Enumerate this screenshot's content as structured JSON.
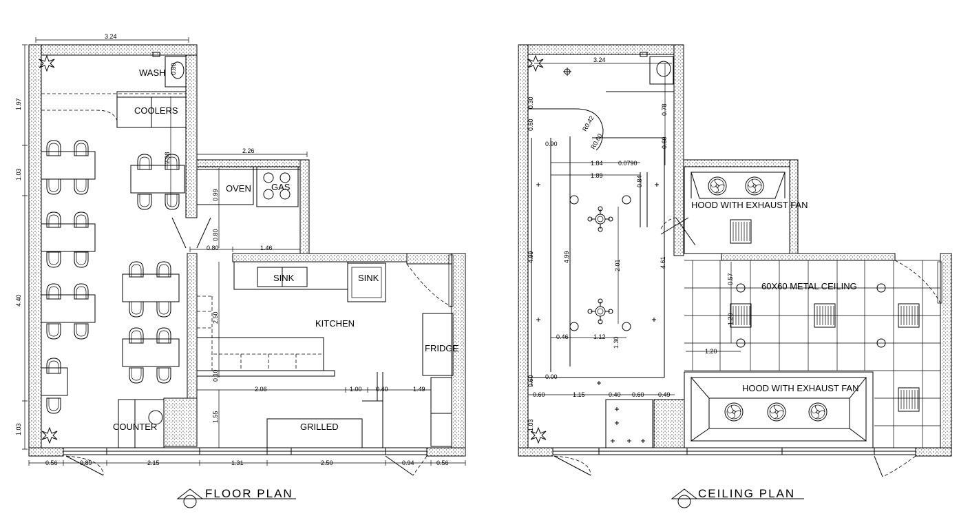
{
  "floor_plan": {
    "title": "FLOOR PLAN",
    "rooms": {
      "wash": "WASH",
      "coolers": "COOLERS",
      "oven": "OVEN",
      "gas": "GAS",
      "sink1": "SINK",
      "sink2": "SINK",
      "kitchen": "KITCHEN",
      "fridge": "FRIDGE",
      "counter": "COUNTER",
      "grilled": "GRILLED"
    },
    "dims": {
      "top_width": "3.24",
      "left_197": "1.97",
      "left_103a": "1.03",
      "left_440": "4.40",
      "left_103b": "1.03",
      "wash_080": "0.80",
      "d_226": "2.26",
      "d_099": "0.99",
      "d_080v": "0.80",
      "d_080h": "0.80",
      "d_146": "1.46",
      "d_250v": "2.50",
      "d_398": "2.98",
      "d_010": "0.10",
      "d_206": "2.06",
      "d_100": "1.00",
      "d_040": "0.40",
      "d_149": "1.49",
      "d_155": "1.55",
      "b_056a": "0.56",
      "b_089": "0.89",
      "b_215": "2.15",
      "b_131": "1.31",
      "b_250": "2.50",
      "b_094": "0.94",
      "b_056b": "0.56"
    }
  },
  "ceiling_plan": {
    "title": "CEILING PLAN",
    "labels": {
      "hood1": "HOOD WITH EXHAUST FAN",
      "hood2": "HOOD WITH EXHAUST FAN",
      "metal": "60X60 METAL CEILING"
    },
    "dims": {
      "top": "3.24",
      "v_030": "0.30",
      "v_060a": "0.60",
      "v_078": "0.78",
      "v_060b": "0.60",
      "r1": "R0.42",
      "r2": "R0.60",
      "h_090": "0.90",
      "h_184": "1.84",
      "h_0790": "0.0790",
      "h_189": "1.89",
      "v_084": "0.84",
      "v_499a": "4.99",
      "v_499b": "4.99",
      "v_201": "2.01",
      "v_461": "4.61",
      "h_046": "0.46",
      "h_112": "1.12",
      "v_130": "1.30",
      "h_000": "0.00",
      "v_060c": "0.60",
      "b_060": "0.60",
      "b_115": "1.15",
      "b_040": "0.40",
      "b_060b": "0.60",
      "b_049": "0.49",
      "v_103": "1.03",
      "m_057": "0.57",
      "m_120v": "1.20",
      "m_120h": "1.20"
    }
  }
}
